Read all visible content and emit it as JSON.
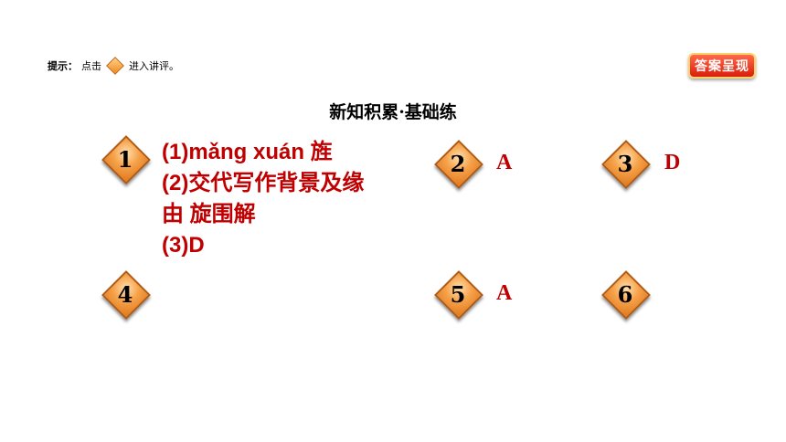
{
  "hint": {
    "label": "提示：",
    "text_before": "点击",
    "icon": "diamond-icon",
    "text_after": "进入讲评。"
  },
  "answer_button": {
    "label": "答案呈现"
  },
  "section_title": "新知积累·基础练",
  "questions": [
    {
      "number": "1",
      "lines": [
        "(1)mǎng   xuán   旌",
        "(2)交代写作背景及缘",
        "由   旋围解",
        "(3)D"
      ]
    },
    {
      "number": "2",
      "answer": "A"
    },
    {
      "number": "3",
      "answer": "D"
    },
    {
      "number": "4",
      "answer": ""
    },
    {
      "number": "5",
      "answer": "A"
    },
    {
      "number": "6",
      "answer": ""
    }
  ],
  "colors": {
    "answer": "#c00000",
    "badge": "#f6a24a",
    "button": "#d91e0b"
  }
}
